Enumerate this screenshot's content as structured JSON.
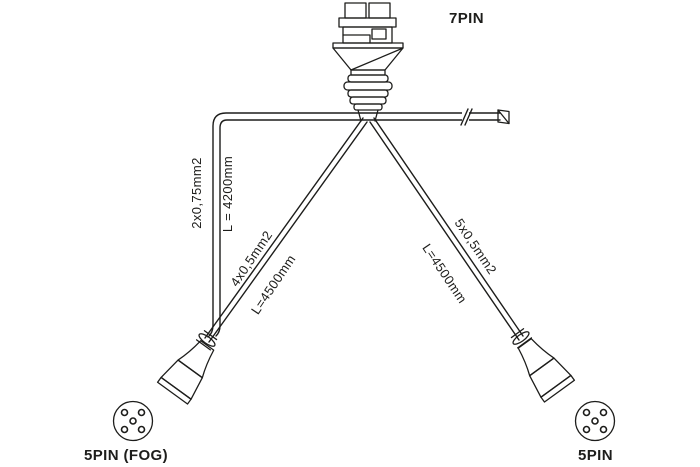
{
  "colors": {
    "line": "#1d1d1b",
    "background": "#ffffff"
  },
  "connectors": {
    "top": {
      "label": "7PIN"
    },
    "bottom_left": {
      "label": "5PIN (FOG)"
    },
    "bottom_right": {
      "label": "5PIN"
    }
  },
  "cables": {
    "fog": {
      "spec": "2x0,75mm2",
      "length": "L = 4200mm"
    },
    "left": {
      "spec": "4x0,5mm2",
      "length": "L=4500mm"
    },
    "right": {
      "spec": "5x0,5mm2",
      "length": "L=4500mm"
    }
  }
}
